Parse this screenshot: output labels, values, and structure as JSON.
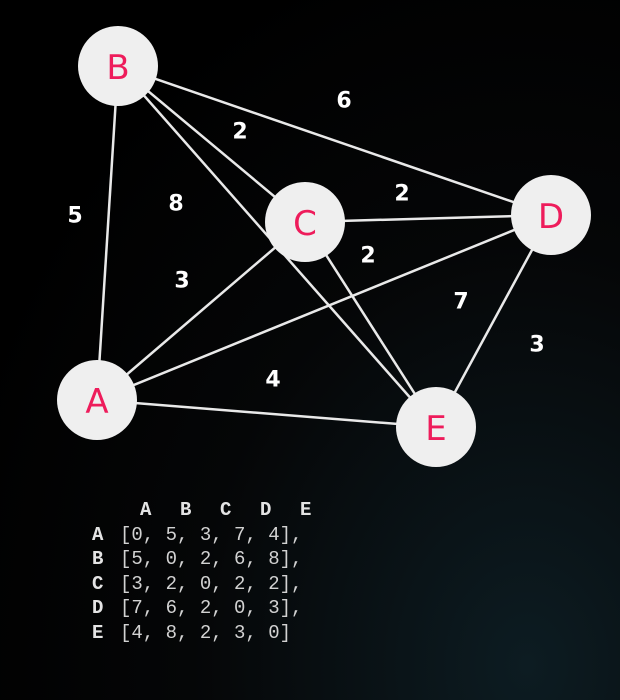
{
  "graph": {
    "nodes": [
      {
        "id": "A",
        "label": "A"
      },
      {
        "id": "B",
        "label": "B"
      },
      {
        "id": "C",
        "label": "C"
      },
      {
        "id": "D",
        "label": "D"
      },
      {
        "id": "E",
        "label": "E"
      }
    ],
    "edges": [
      {
        "from": "A",
        "to": "B",
        "weight": "5"
      },
      {
        "from": "B",
        "to": "C",
        "weight": "2"
      },
      {
        "from": "B",
        "to": "D",
        "weight": "6"
      },
      {
        "from": "B",
        "to": "E",
        "weight": "8"
      },
      {
        "from": "C",
        "to": "D",
        "weight": "2"
      },
      {
        "from": "C",
        "to": "E",
        "weight": "2"
      },
      {
        "from": "A",
        "to": "C",
        "weight": "3"
      },
      {
        "from": "A",
        "to": "D",
        "weight": "7"
      },
      {
        "from": "A",
        "to": "E",
        "weight": "4"
      },
      {
        "from": "D",
        "to": "E",
        "weight": "3"
      }
    ],
    "colors": {
      "node_fill": "#efefef",
      "node_label": "#ee1c5b",
      "edge": "#e9e9e9",
      "weight_label": "#ffffff"
    }
  },
  "matrix": {
    "column_headers": [
      "A",
      "B",
      "C",
      "D",
      "E"
    ],
    "rows": [
      {
        "label": "A",
        "text": "[0, 5, 3, 7, 4],"
      },
      {
        "label": "B",
        "text": "[5, 0, 2, 6, 8],"
      },
      {
        "label": "C",
        "text": "[3, 2, 0, 2, 2],"
      },
      {
        "label": "D",
        "text": "[7, 6, 2, 0, 3],"
      },
      {
        "label": "E",
        "text": "[4, 8, 2, 3, 0]"
      }
    ]
  }
}
